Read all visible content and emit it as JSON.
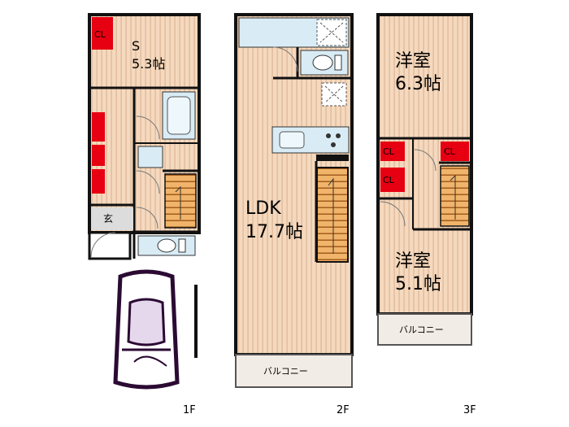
{
  "floors": {
    "first": {
      "label": "1F",
      "rooms": {
        "storage": {
          "name": "S",
          "size": "5.3帖"
        },
        "entrance": "玄"
      },
      "closet_label": "CL"
    },
    "second": {
      "label": "2F",
      "rooms": {
        "ldk": {
          "name": "LDK",
          "size": "17.7帖"
        },
        "balcony": "バルコニー"
      }
    },
    "third": {
      "label": "3F",
      "rooms": {
        "west_room_a": {
          "name": "洋室",
          "size": "6.3帖"
        },
        "west_room_b": {
          "name": "洋室",
          "size": "5.1帖"
        },
        "balcony": "バルコニー"
      },
      "closet_label": "CL"
    }
  },
  "colors": {
    "floor": "#f5d9be",
    "stripe": "#dcb596",
    "wall": "#111111",
    "fixture": "#d9ecf6",
    "closet": "#e60012",
    "car": "#2b0a33",
    "stair": "#e1a25a"
  }
}
